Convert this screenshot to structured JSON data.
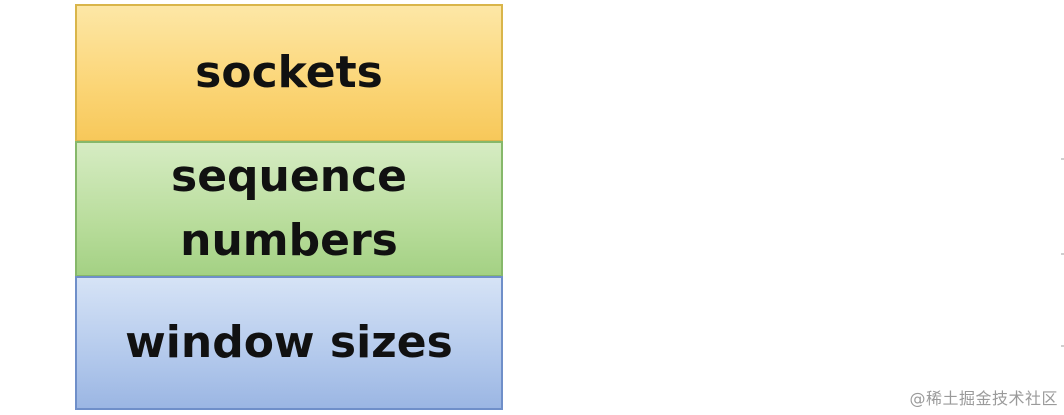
{
  "layers": [
    {
      "label": "sockets",
      "color": "#fbd576"
    },
    {
      "label": "sequence\nnumbers",
      "color": "#b9dd9c"
    },
    {
      "label": "window sizes",
      "color": "#b3c9ec"
    }
  ],
  "watermark": "@稀土掘金技术社区"
}
